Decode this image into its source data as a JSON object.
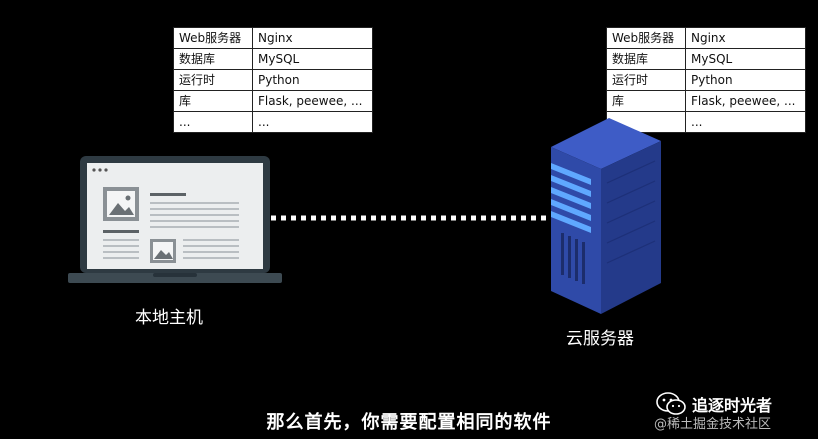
{
  "left_table": {
    "rows": [
      {
        "key": "Web服务器",
        "value": "Nginx"
      },
      {
        "key": "数据库",
        "value": "MySQL"
      },
      {
        "key": "运行时",
        "value": "Python"
      },
      {
        "key": "库",
        "value": "Flask, peewee, ..."
      },
      {
        "key": "...",
        "value": "..."
      }
    ]
  },
  "right_table": {
    "rows": [
      {
        "key": "Web服务器",
        "value": "Nginx"
      },
      {
        "key": "数据库",
        "value": "MySQL"
      },
      {
        "key": "运行时",
        "value": "Python"
      },
      {
        "key": "库",
        "value": "Flask, peewee, ..."
      },
      {
        "key": "...",
        "value": "..."
      }
    ]
  },
  "labels": {
    "local_host": "本地主机",
    "cloud_server": "云服务器"
  },
  "subtitle": "那么首先，你需要配置相同的软件",
  "watermark": {
    "channel": "追逐时光者",
    "site": "@稀土掘金技术社区"
  },
  "colors": {
    "background": "#000000",
    "server_blue": "#2f4aa8",
    "server_light": "#5fa8ff"
  }
}
